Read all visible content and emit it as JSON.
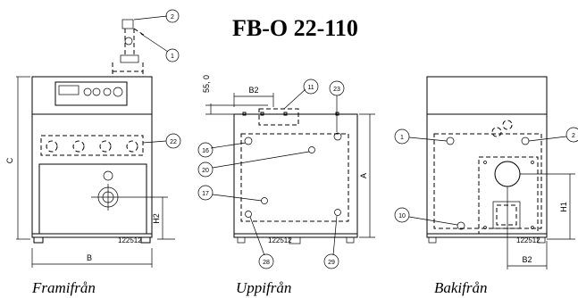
{
  "title": "FB-O 22-110",
  "views": {
    "front": "Framifrån",
    "top": "Uppifrån",
    "back": "Bakifrån"
  },
  "dimensions": {
    "b": "B",
    "c": "C",
    "h2": "H2",
    "b2_top": "B2",
    "a": "A",
    "offset": "55, 0",
    "h1": "H1",
    "b2_back": "B2"
  },
  "codes": {
    "front": "122512",
    "top": "122512",
    "back": "122512"
  },
  "callouts": {
    "front_1": "1",
    "front_2": "2",
    "front_22": "22",
    "top_11": "11",
    "top_23": "23",
    "top_16": "16",
    "top_20": "20",
    "top_17": "17",
    "top_28": "28",
    "top_29": "29",
    "back_1": "1",
    "back_2": "2",
    "back_10": "10"
  }
}
